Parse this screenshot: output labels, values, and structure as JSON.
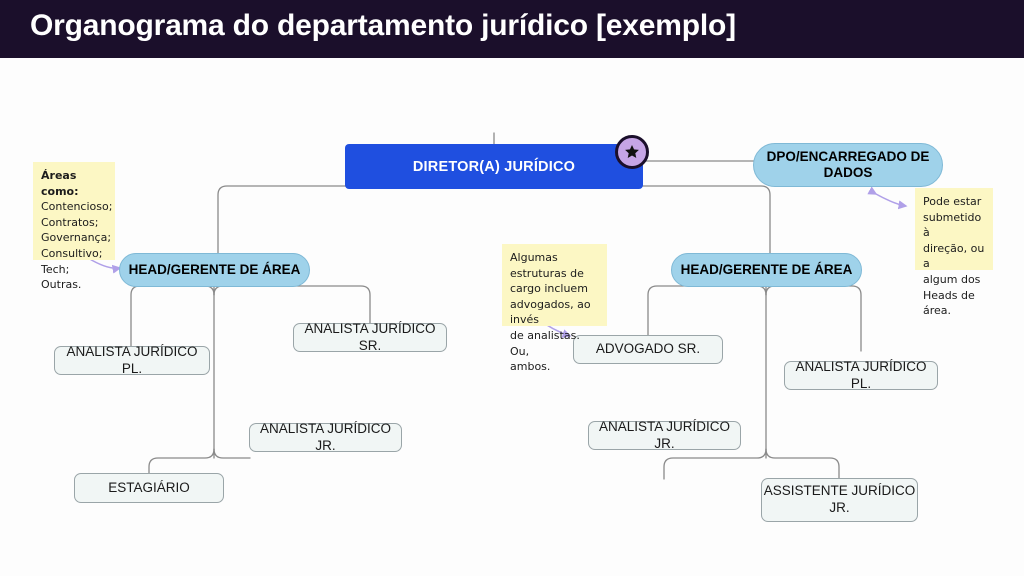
{
  "header": {
    "title": "Organograma do departamento jurídico [exemplo]",
    "background": "#1b0f2b",
    "text_color": "#ffffff"
  },
  "colors": {
    "canvas_background": "#fdfdfd",
    "director_fill": "#1f4fe0",
    "head_fill": "#9fd2ea",
    "leaf_fill": "#f1f6f5",
    "leaf_border": "#9aa5a8",
    "note_fill": "#fcf7c4",
    "connector": "#8a8a8a",
    "arrow": "#b0a0e8",
    "badge_fill": "#c6a5e6",
    "badge_ring": "#1b0f2b"
  },
  "chart_data": {
    "type": "diagram",
    "title": "Organograma do departamento jurídico [exemplo]",
    "nodes": [
      {
        "id": "director",
        "label": "DIRETOR(A) JURÍDICO",
        "level": 0,
        "style": "director"
      },
      {
        "id": "dpo",
        "label": "DPO/ENCARREGADO DE DADOS",
        "level": 1,
        "style": "head"
      },
      {
        "id": "head_left",
        "label": "HEAD/GERENTE DE ÁREA",
        "level": 1,
        "style": "head"
      },
      {
        "id": "head_right",
        "label": "HEAD/GERENTE  DE ÁREA",
        "level": 1,
        "style": "head"
      },
      {
        "id": "left_pl",
        "label": "ANALISTA JURÍDICO PL.",
        "level": 2,
        "style": "leaf",
        "parent": "head_left"
      },
      {
        "id": "left_sr",
        "label": "ANALISTA JURÍDICO SR.",
        "level": 2,
        "style": "leaf",
        "parent": "head_left"
      },
      {
        "id": "left_jr",
        "label": "ANALISTA JURÍDICO JR.",
        "level": 2,
        "style": "leaf",
        "parent": "head_left"
      },
      {
        "id": "left_est",
        "label": "ESTAGIÁRIO",
        "level": 2,
        "style": "leaf",
        "parent": "head_left"
      },
      {
        "id": "right_adv",
        "label": "ADVOGADO SR.",
        "level": 2,
        "style": "leaf",
        "parent": "head_right"
      },
      {
        "id": "right_pl",
        "label": "ANALISTA JURÍDICO PL.",
        "level": 2,
        "style": "leaf",
        "parent": "head_right"
      },
      {
        "id": "right_jr",
        "label": "ANALISTA JURÍDICO JR.",
        "level": 2,
        "style": "leaf",
        "parent": "head_right"
      },
      {
        "id": "right_asst",
        "label": "ASSISTENTE JURÍDICO JR.",
        "level": 2,
        "style": "leaf",
        "parent": "head_right"
      }
    ],
    "edges": [
      {
        "from": "director",
        "to": "dpo"
      },
      {
        "from": "director",
        "to": "head_left"
      },
      {
        "from": "director",
        "to": "head_right"
      },
      {
        "from": "head_left",
        "to": "left_pl"
      },
      {
        "from": "head_left",
        "to": "left_sr"
      },
      {
        "from": "head_left",
        "to": "left_jr"
      },
      {
        "from": "head_left",
        "to": "left_est"
      },
      {
        "from": "head_right",
        "to": "right_adv"
      },
      {
        "from": "head_right",
        "to": "right_pl"
      },
      {
        "from": "head_right",
        "to": "right_jr"
      },
      {
        "from": "head_right",
        "to": "right_asst"
      }
    ]
  },
  "nodes": {
    "director": "DIRETOR(A) JURÍDICO",
    "dpo_line1": "DPO/ENCARREGADO DE",
    "dpo_line2": "DADOS",
    "head_left": "HEAD/GERENTE DE ÁREA",
    "head_right": "HEAD/GERENTE  DE ÁREA",
    "left_pl": "ANALISTA JURÍDICO PL.",
    "left_sr": "ANALISTA JURÍDICO SR.",
    "left_jr": "ANALISTA JURÍDICO JR.",
    "left_est": "ESTAGIÁRIO",
    "right_adv": "ADVOGADO SR.",
    "right_pl": "ANALISTA JURÍDICO PL.",
    "right_jr": "ANALISTA JURÍDICO JR.",
    "right_asst_line1": "ASSISTENTE JURÍDICO",
    "right_asst_line2": "JR."
  },
  "notes": {
    "areas": {
      "heading": "Áreas como:",
      "lines": [
        "Contencioso;",
        "Contratos;",
        "Governança;",
        "Consultivo;",
        "Tech;",
        "Outras."
      ]
    },
    "cargos": {
      "lines": [
        "Algumas estruturas de",
        "cargo incluem",
        "advogados, ao invés",
        "de analistas. Ou,",
        "ambos."
      ]
    },
    "dpo": {
      "lines": [
        "Pode estar",
        "submetido à",
        "direção, ou a",
        "algum dos",
        "Heads de área."
      ]
    }
  },
  "badge": {
    "icon": "star-badge-icon"
  }
}
